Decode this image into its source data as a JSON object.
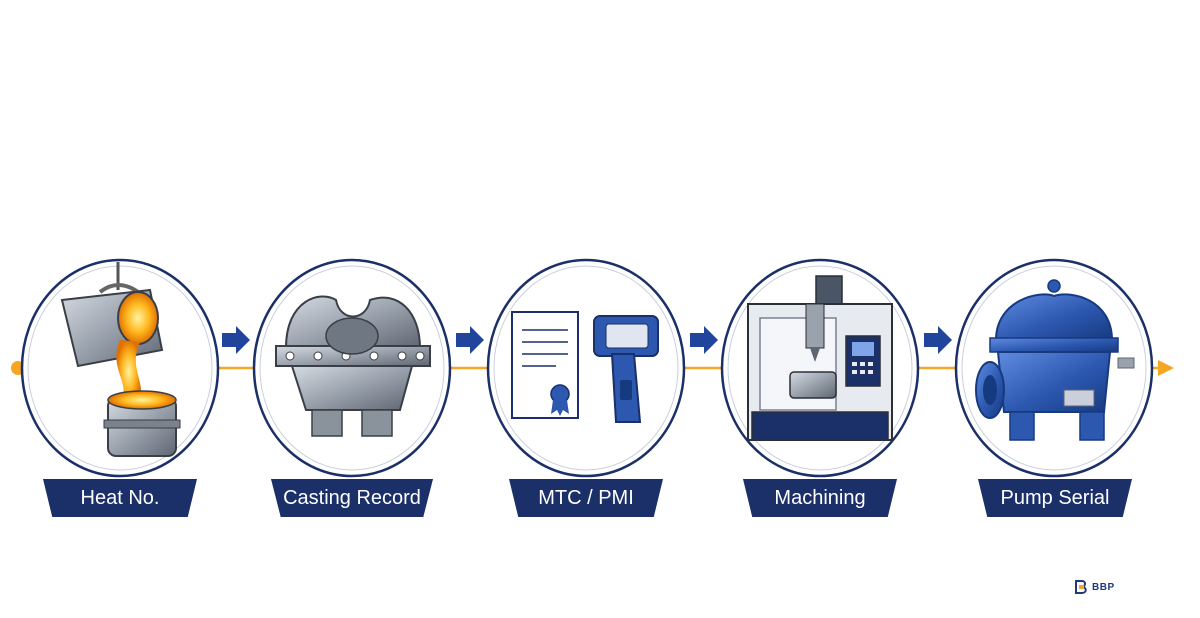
{
  "stages": [
    {
      "label": "Heat No.",
      "icon": "ladle-pouring-icon"
    },
    {
      "label": "Casting Record",
      "icon": "pump-casing-casting-icon"
    },
    {
      "label": "MTC / PMI",
      "icon": "certificate-and-pmi-analyzer-icon"
    },
    {
      "label": "Machining",
      "icon": "cnc-machining-center-icon"
    },
    {
      "label": "Pump Serial",
      "icon": "split-case-pump-icon"
    }
  ],
  "logo": {
    "text": "BBP",
    "icon": "bbp-logo-icon"
  },
  "colors": {
    "navy": "#1b2f68",
    "accent_blue": "#21459c",
    "orange": "#f5a623",
    "pump_blue": "#2d58b0",
    "steel": "#9aa2ad"
  }
}
